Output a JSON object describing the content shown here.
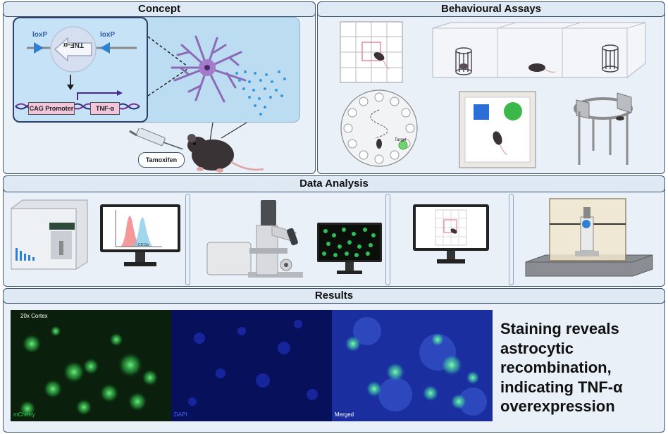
{
  "sections": {
    "concept": "Concept",
    "behavioural_assays": "Behavioural Assays",
    "data_analysis": "Data Analysis",
    "results": "Results"
  },
  "concept": {
    "loxp_left": "loxP",
    "loxp_right": "loxP",
    "flipped_label": "TNF-α",
    "promoter": "CAG Promoter",
    "gene": "TNF-α",
    "injection": "Tamoxifen"
  },
  "assays": {
    "barnes_target": "Target"
  },
  "analysis": {
    "flow_axis": "CD11b"
  },
  "results": {
    "panel1_label": "mCherry",
    "panel1_header": "20x Cortex",
    "panel2_label": "DAPI",
    "panel3_label": "Merged",
    "caption": "Staining reveals astrocytic recombination, indicating TNF-α overexpression"
  },
  "colors": {
    "panel_border": "#3e5675",
    "panel_fill": "#e9f0f8",
    "concept_fill": "#bcdcf2",
    "mcherry_green": "#3ad05a",
    "dapi_blue": "#1a2fb0"
  }
}
